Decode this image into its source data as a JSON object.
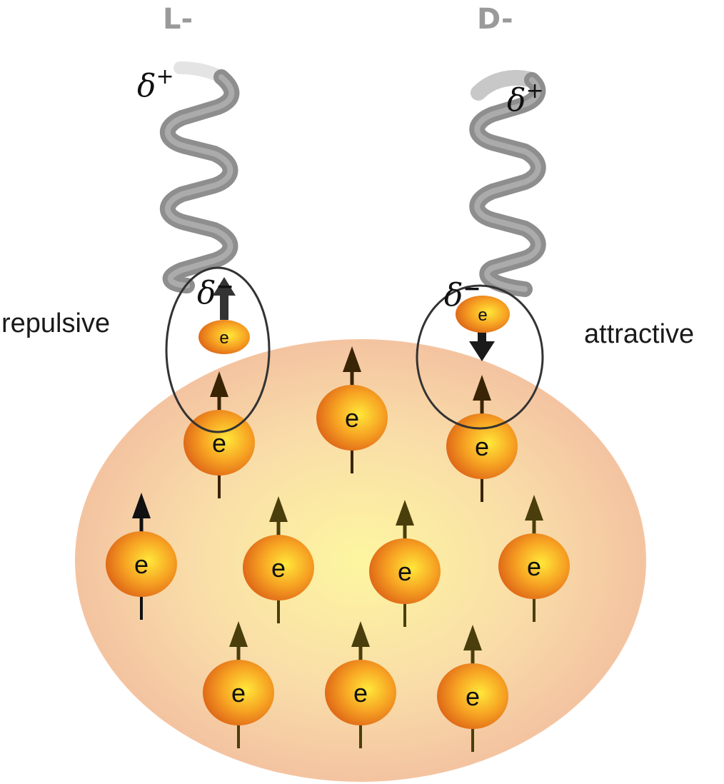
{
  "labels": {
    "left_enantiomer": "L-",
    "right_enantiomer": "D-",
    "left_interaction": "repulsive",
    "right_interaction": "attractive",
    "delta": "δ",
    "plus": "+",
    "minus": "−",
    "electron": "e"
  },
  "colors": {
    "blob_center": "#fdf6a0",
    "blob_edge": "#f3c1a1",
    "electron_core": "#ffe13a",
    "electron_edge": "#e5731a",
    "helix": "#8c8c8c",
    "arrow_dark": "#3a2406",
    "arrow_olive": "#4a3f0c",
    "arrow_black": "#111111",
    "ellipse_stroke": "#333333"
  },
  "electrons": [
    {
      "id": "e1",
      "spin": "up",
      "arrow": "arrow_dark"
    },
    {
      "id": "e2",
      "spin": "up",
      "arrow": "arrow_dark"
    },
    {
      "id": "e3",
      "spin": "up",
      "arrow": "arrow_dark"
    },
    {
      "id": "e4",
      "spin": "up",
      "arrow": "arrow_black"
    },
    {
      "id": "e5",
      "spin": "up",
      "arrow": "arrow_olive"
    },
    {
      "id": "e6",
      "spin": "up",
      "arrow": "arrow_olive"
    },
    {
      "id": "e7",
      "spin": "up",
      "arrow": "arrow_olive"
    },
    {
      "id": "e8",
      "spin": "up",
      "arrow": "arrow_olive"
    },
    {
      "id": "e9",
      "spin": "up",
      "arrow": "arrow_olive"
    },
    {
      "id": "e10",
      "spin": "up",
      "arrow": "arrow_olive"
    }
  ],
  "helix_electrons": [
    {
      "id": "left",
      "spin": "up"
    },
    {
      "id": "right",
      "spin": "down"
    }
  ]
}
